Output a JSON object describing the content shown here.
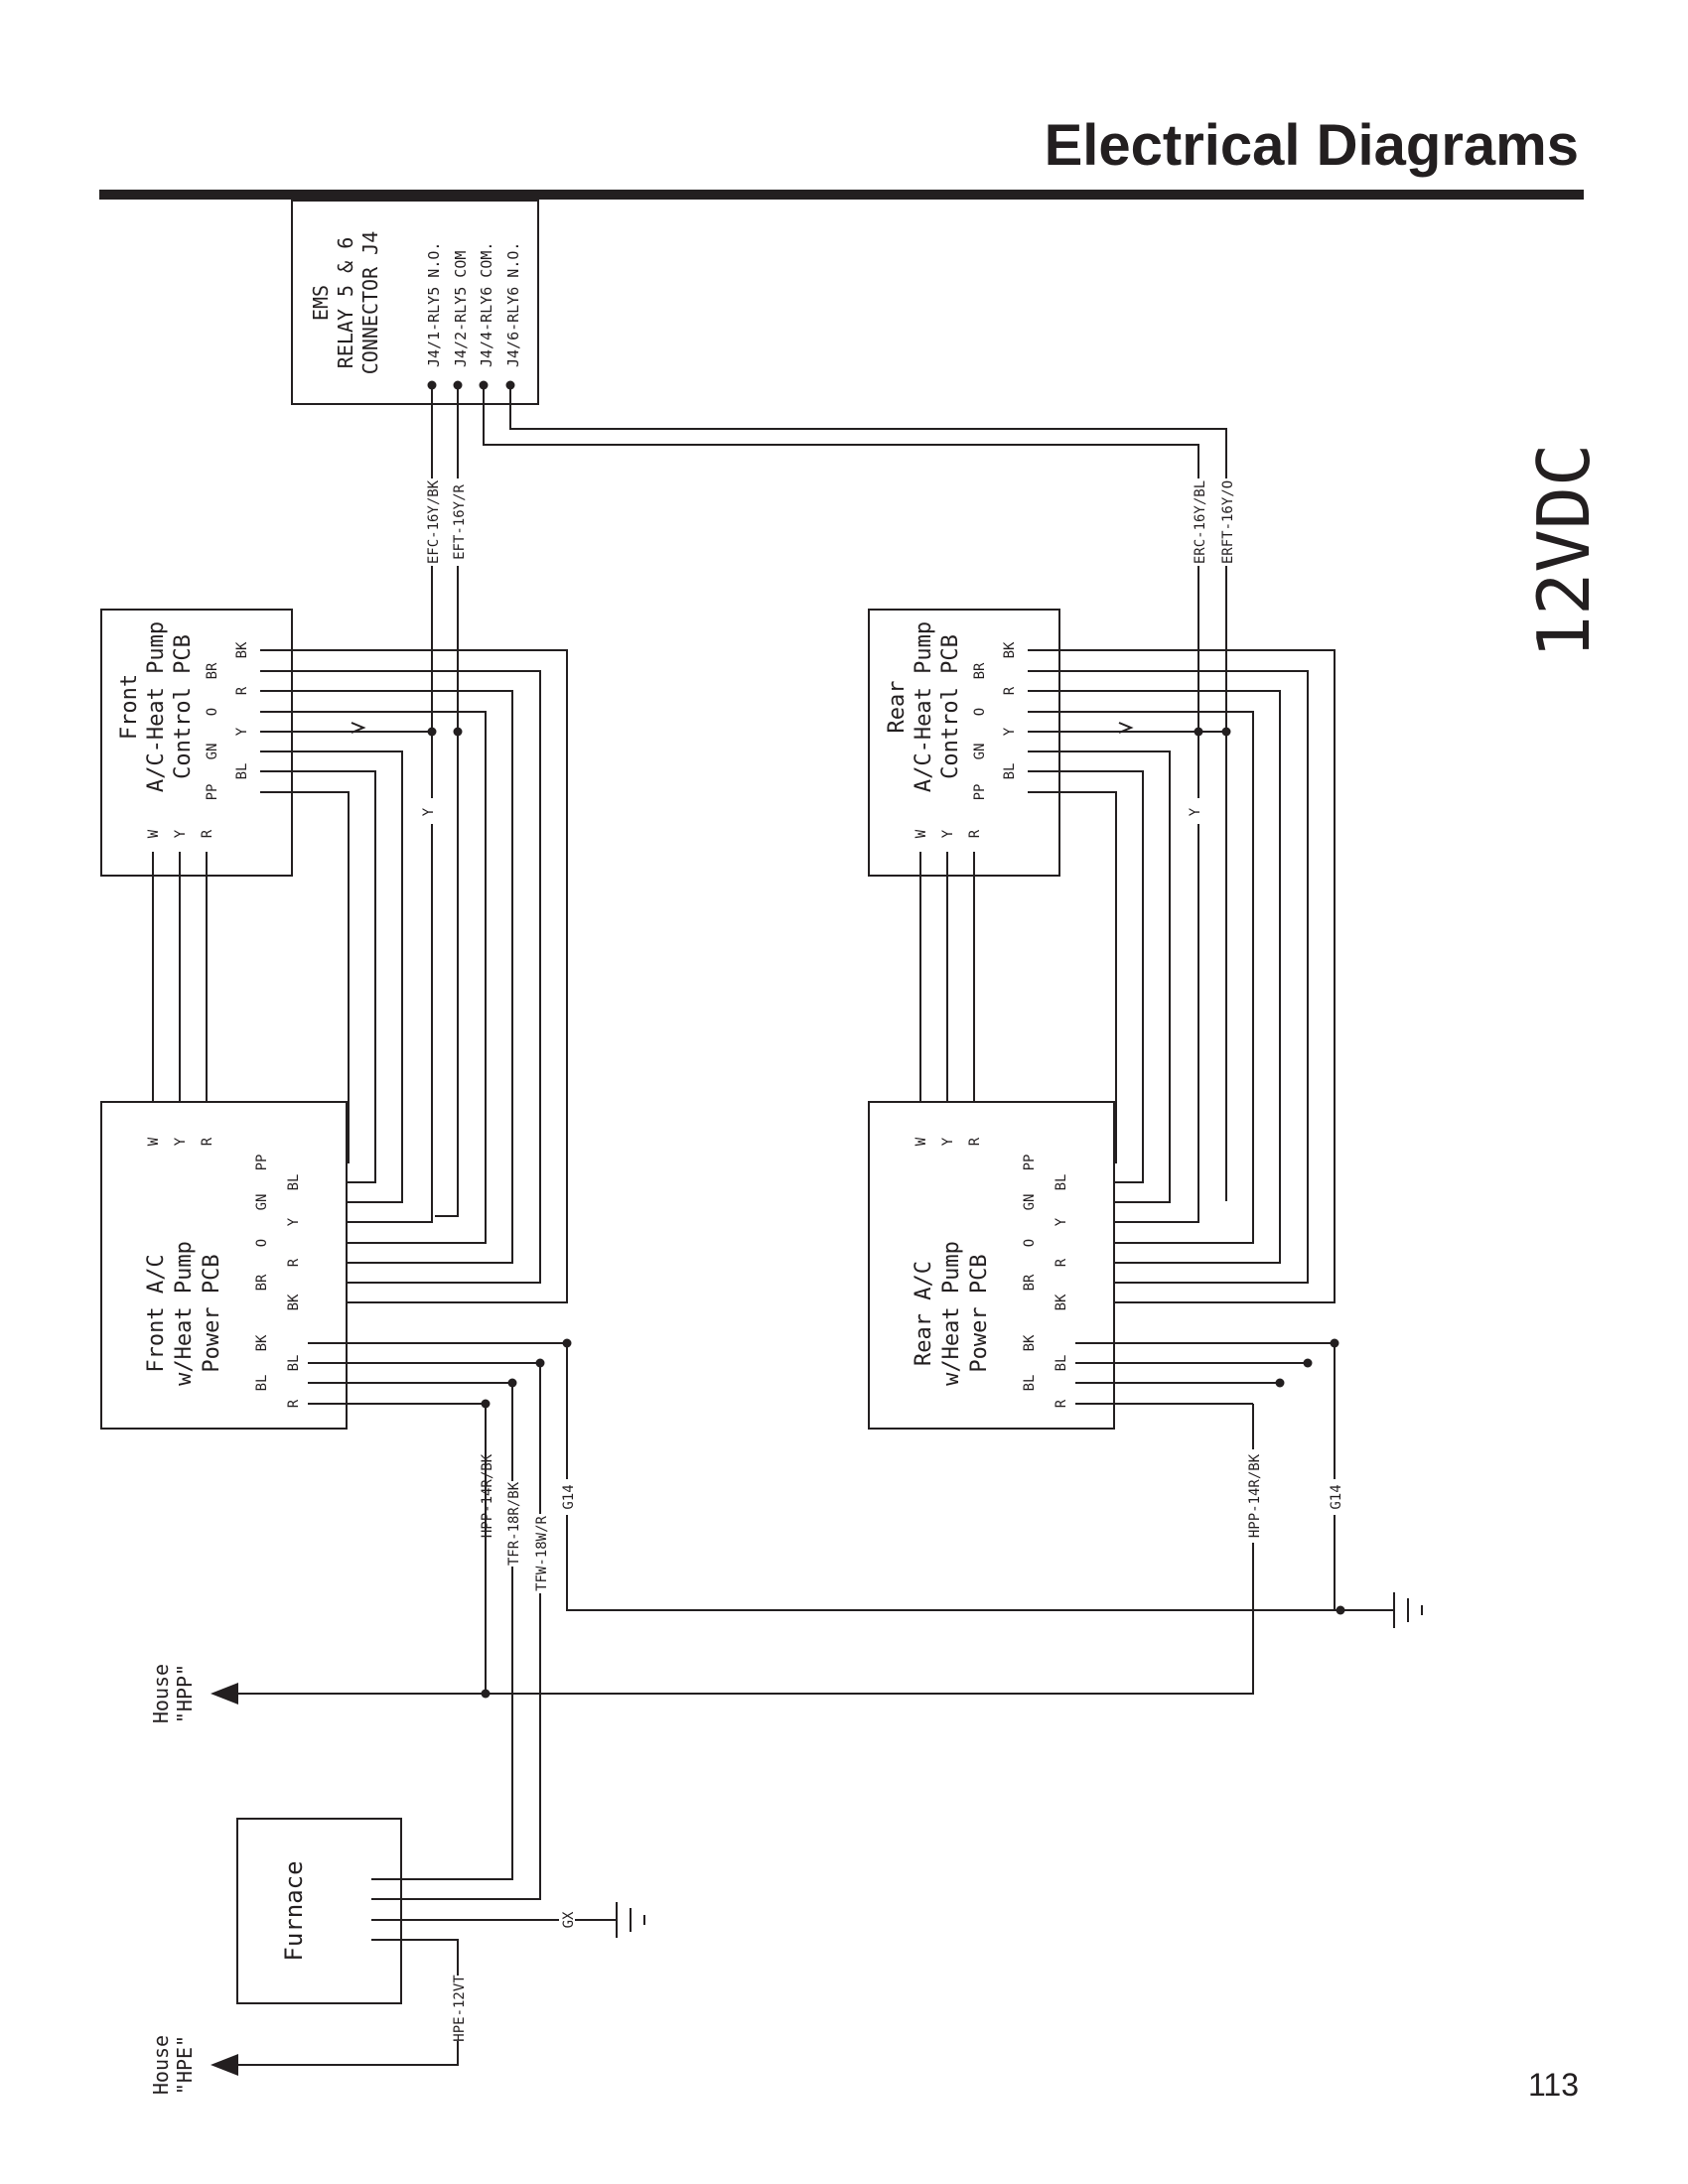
{
  "header": {
    "title": "Electrical Diagrams",
    "page_number": "113"
  },
  "voltage_label": "12VDC",
  "ems": {
    "lines": [
      "EMS",
      "RELAY 5 & 6",
      "CONNECTOR J4"
    ],
    "pins": [
      "J4/1-RLY5 N.O.",
      "J4/2-RLY5 COM",
      "J4/4-RLY6 COM.",
      "J4/6-RLY6 N.O."
    ]
  },
  "front_control": {
    "title_lines": [
      "Front",
      "A/C-Heat Pump",
      "Control PCB"
    ],
    "right_terminals": [
      "BK",
      "BR",
      "R",
      "O",
      "Y",
      "GN",
      "BL",
      "PP"
    ],
    "left_terminals": [
      "W",
      "Y",
      "R"
    ]
  },
  "rear_control": {
    "title_lines": [
      "Rear",
      "A/C-Heat Pump",
      "Control PCB"
    ],
    "right_terminals": [
      "BK",
      "BR",
      "R",
      "O",
      "Y",
      "GN",
      "BL",
      "PP"
    ],
    "left_terminals": [
      "W",
      "Y",
      "R"
    ]
  },
  "front_power": {
    "title_lines": [
      "Front A/C",
      "w/Heat Pump",
      "Power PCB"
    ],
    "top_terminals": [
      "W",
      "Y",
      "R"
    ],
    "ctrl_terminals": [
      [
        "PP",
        "BL"
      ],
      [
        "GN",
        "Y"
      ],
      [
        "O",
        "R"
      ],
      [
        "BR",
        "BK"
      ]
    ],
    "bottom_terminals": [
      [
        "BK",
        "BL"
      ],
      [
        "BL",
        "R"
      ]
    ]
  },
  "rear_power": {
    "title_lines": [
      "Rear A/C",
      "w/Heat Pump",
      "Power PCB"
    ],
    "top_terminals": [
      "W",
      "Y",
      "R"
    ],
    "ctrl_terminals": [
      [
        "PP",
        "BL"
      ],
      [
        "GN",
        "Y"
      ],
      [
        "O",
        "R"
      ],
      [
        "BR",
        "BK"
      ]
    ],
    "bottom_terminals": [
      [
        "BK",
        "BL"
      ],
      [
        "BL",
        "R"
      ]
    ]
  },
  "furnace": {
    "label": "Furnace"
  },
  "wire_labels": {
    "efc": "EFC-16Y/BK",
    "eft": "EFT-16Y/R",
    "erc": "ERC-16Y/BL",
    "erft": "ERFT-16Y/O",
    "y": "Y",
    "hpp_front": "HPP-14R/BK",
    "tfr": "TFR-18R/BK",
    "tfw": "TFW-18W/R",
    "g14": "G14",
    "hpp_rear": "HPP-14R/BK",
    "gx": "GX",
    "hpe": "HPE-12VT"
  },
  "house": {
    "hpp": [
      "House",
      "\"HPP\""
    ],
    "hpe": [
      "House",
      "\"HPE\""
    ]
  }
}
